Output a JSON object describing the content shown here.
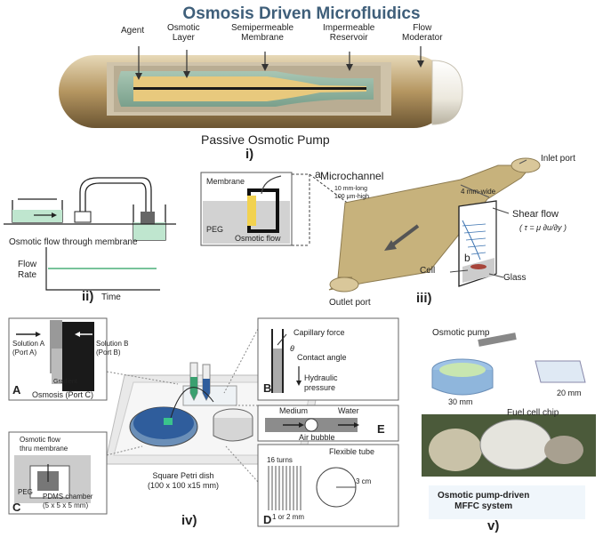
{
  "title": "Osmosis Driven Microfluidics",
  "panel_i": {
    "labels": {
      "agent": "Agent",
      "osmotic_layer": "Osmotic\nLayer",
      "membrane": "Semipermeable\nMembrane",
      "reservoir": "Impermeable\nReservoir",
      "moderator": "Flow\nModerator"
    },
    "caption": "Passive Osmotic Pump",
    "numeral": "i)"
  },
  "panel_ii": {
    "caption": "Osmotic flow through membrane",
    "y_label": "Flow\nRate",
    "x_label": "Time",
    "numeral": "ii)"
  },
  "panel_iii": {
    "inset_label": "a",
    "membrane": "Membrane",
    "peg": "PEG",
    "osmotic_flow": "Osmotic flow",
    "microchannel": "Microchannel",
    "dims": "10 mm-long\n100 μm-high",
    "width": "4 mm-wide",
    "inlet": "Inlet port",
    "outlet": "Outlet port",
    "shear": "Shear flow",
    "formula": "( τ = μ ∂u/∂y )",
    "b": "b",
    "cell": "Cell",
    "glass": "Glass",
    "numeral": "iii)"
  },
  "panel_iv": {
    "A": {
      "letter": "A",
      "sol_a": "Solution A\n(Port A)",
      "sol_b": "Solution B\n(Port B)",
      "gradient": "Gradient",
      "osmosis": "Osmosis (Port C)"
    },
    "B": {
      "letter": "B",
      "capillary": "Capillary force",
      "theta": "θ",
      "contact": "Contact angle",
      "hydraulic": "Hydraulic\npressure"
    },
    "E": {
      "letter": "E",
      "medium": "Medium",
      "water": "Water",
      "bubble": "Air bubble"
    },
    "C": {
      "letter": "C",
      "flow": "Osmotic flow\nthru membrane",
      "peg": "PEG",
      "chamber": "PDMS chamber\n(5 x 5 x 5 mm)"
    },
    "D": {
      "letter": "D",
      "tube": "Flexible tube",
      "turns": "16 turns",
      "diameter": "3 cm",
      "pitch": "1 or 2 mm"
    },
    "petri": "Square Petri dish\n(100 x 100 x15 mm)",
    "numeral": "iv)"
  },
  "panel_v": {
    "pump": "Osmotic pump",
    "d30": "30 mm",
    "d20": "20 mm",
    "chip": "Fuel cell chip",
    "caption": "Osmotic pump-driven\nMFFC system",
    "numeral": "v)"
  }
}
